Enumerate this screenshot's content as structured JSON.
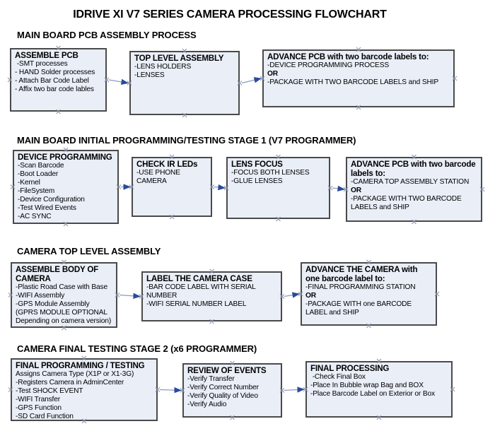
{
  "title": "IDRIVE XI V7 SERIES CAMERA PROCESSING FLOWCHART",
  "colors": {
    "box_fill": "#e9eef7",
    "box_border": "#4a4a4a",
    "connector_line": "#8b9ac0",
    "arrowhead": "#2b4a9d",
    "connection_point_marker": "#8d96ad",
    "text": "#000000"
  },
  "sections": [
    {
      "heading": "MAIN BOARD PCB ASSEMBLY PROCESS",
      "boxes": [
        {
          "title": "ASSEMBLE PCB",
          "items": [
            " -SMT processes",
            "- HAND Solder processes",
            "- Attach Bar Code Label",
            "- Affix two bar code lables"
          ]
        },
        {
          "title": "TOP LEVEL ASSEMBLY",
          "items": [
            "-LENS HOLDERS",
            "-LENSES"
          ]
        },
        {
          "title": "ADVANCE PCB with two barcode labels to:",
          "items": [
            "-DEVICE PROGRAMMING PROCESS",
            "OR",
            "-PACKAGE WITH TWO BARCODE LABELS and SHIP"
          ]
        }
      ]
    },
    {
      "heading": "MAIN BOARD INITIAL PROGRAMMING/TESTING STAGE 1 (V7 PROGRAMMER)",
      "boxes": [
        {
          "title": "DEVICE PROGRAMMING",
          "items": [
            "-Scan Barcode",
            "-Boot Loader",
            "-Kernel",
            "-FileSystem",
            "-Device Configuration",
            "-Test Wired Events",
            "-AC SYNC"
          ]
        },
        {
          "title": "CHECK IR LEDs",
          "items": [
            "-USE PHONE CAMERA"
          ]
        },
        {
          "title": "LENS FOCUS",
          "items": [
            "-FOCUS BOTH LENSES",
            "-GLUE LENSES"
          ]
        },
        {
          "title": "ADVANCE PCB with two barcode labels to:",
          "items": [
            "-CAMERA TOP ASSEMBLY STATION",
            "OR",
            "-PACKAGE WITH TWO BARCODE LABELS and SHIP"
          ]
        }
      ]
    },
    {
      "heading": "CAMERA TOP LEVEL ASSEMBLY",
      "boxes": [
        {
          "title": "ASSEMBLE BODY OF CAMERA",
          "items": [
            "-Plastic Road Case with Base",
            "-WIFI Assembly",
            "-GPS Module Assembly",
            "(GPRS MODULE OPTIONAL",
            "Depending on camera version)"
          ]
        },
        {
          "title": "LABEL THE CAMERA CASE",
          "items": [
            "-BAR CODE LABEL WITH SERIAL NUMBER",
            "-WIFI SERIAL NUMBER LABEL"
          ]
        },
        {
          "title": "ADVANCE THE CAMERA with one barcode label to:",
          "items": [
            "-FINAL PROGRAMMING STATION",
            "OR",
            "-PACKAGE WITH one BARCODE LABEL and SHIP"
          ]
        }
      ]
    },
    {
      "heading": "CAMERA FINAL TESTING STAGE 2 (x6 PROGRAMMER)",
      "boxes": [
        {
          "title": "FINAL PROGRAMMING / TESTING",
          "items": [
            "Assigns Camera Type (X1P or X1-3G)",
            "-Registers Camera in AdminCenter",
            "-Test SHOCK EVENT",
            "-WIFI Transfer",
            "-GPS Function",
            "-SD Card Function"
          ]
        },
        {
          "title": "REVIEW OF EVENTS",
          "items": [
            "-Verify Transfer",
            "-Verify Correct Number",
            "-Verify Quality of Video",
            "-Verify Audio"
          ]
        },
        {
          "title": "FINAL PROCESSING",
          "items": [
            " -Check Final Box",
            "-Place In Bubble wrap Bag and BOX",
            "-Place Barcode Label on Exterior or Box"
          ]
        }
      ]
    }
  ]
}
